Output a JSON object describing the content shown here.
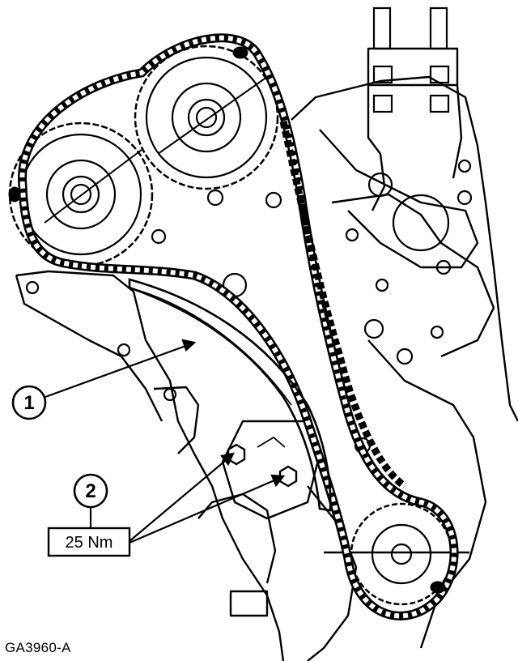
{
  "callouts": [
    {
      "number": "1"
    },
    {
      "number": "2"
    }
  ],
  "torque_label": "25 Nm",
  "figure_code": "GA3960-A",
  "colors": {
    "ink": "#000000",
    "paper": "#ffffff"
  }
}
